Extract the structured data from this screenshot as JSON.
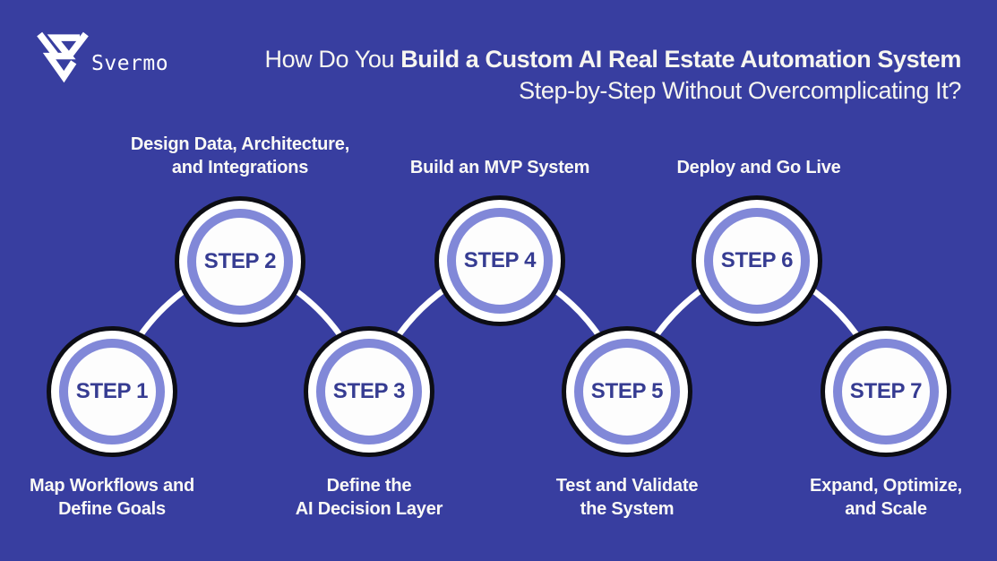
{
  "colors": {
    "bg": "#383ea0",
    "connector": "#ffffff",
    "ring-black": "#0d0e15",
    "ring-periwinkle": "#8188d8",
    "circle-fill": "#fdfdfd",
    "step-text": "#363c92",
    "title-text": "#f7f6f0",
    "caption-text": "#fbfaf6"
  },
  "brand": {
    "name": "Svermo",
    "logo_icon": "svermo-angular-s-mark"
  },
  "title": {
    "prefix": "How Do You ",
    "bold": "Build a Custom AI Real Estate Automation System",
    "line2": "Step-by-Step Without Overcomplicating It?"
  },
  "steps": [
    {
      "label": "STEP 1",
      "row": "bottom",
      "caption": [
        "Map Workflows and",
        "Define Goals"
      ]
    },
    {
      "label": "STEP 2",
      "row": "top",
      "caption": [
        "Design Data, Architecture,",
        "and Integrations"
      ]
    },
    {
      "label": "STEP 3",
      "row": "bottom",
      "caption": [
        "Define the",
        "AI Decision Layer"
      ]
    },
    {
      "label": "STEP 4",
      "row": "top",
      "caption": [
        "Build an MVP System"
      ]
    },
    {
      "label": "STEP 5",
      "row": "bottom",
      "caption": [
        "Test and Validate",
        "the System"
      ]
    },
    {
      "label": "STEP 6",
      "row": "top",
      "caption": [
        "Deploy and Go Live"
      ]
    },
    {
      "label": "STEP 7",
      "row": "bottom",
      "caption": [
        "Expand, Optimize,",
        "and Scale"
      ]
    }
  ]
}
